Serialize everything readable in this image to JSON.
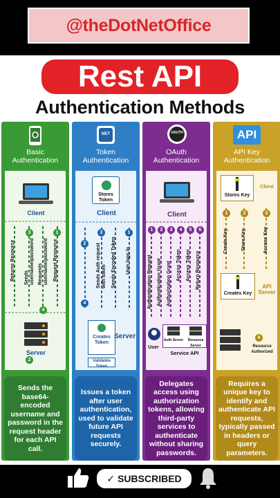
{
  "handle": "@theDotNetOffice",
  "title": "Rest API",
  "subtitle": "Authentication Methods",
  "columns": [
    {
      "label": "Basic\nAuthentication",
      "client": "Client",
      "server": "Server",
      "arrows": [
        "Returns Resource",
        "Sends username/password",
        "Requests username/password",
        "Request Resource"
      ],
      "numbers": [
        "1",
        "2",
        "3",
        "4"
      ],
      "description": "Sends the base64-encoded username and password in the request header for each API call."
    },
    {
      "label": "Token\nAuthentication",
      "icon_text": "NET",
      "stores_token": "Stores Token",
      "client": "Client",
      "server": "Server",
      "creates_token": "Creates Token",
      "validates_token": "Validates Token",
      "arrows": [
        "Sends Auth request with token",
        "Sends Encoded Token",
        "User logs in"
      ],
      "numbers": [
        "3",
        "2",
        "1",
        "4"
      ],
      "description": "Issues a token after user authentication, used to validate future API requests securely."
    },
    {
      "label": "OAuth\nAuthentication",
      "icon_text": "OAUTH",
      "client": "Client",
      "user": "User",
      "auth_server": "Auth Server",
      "resource_server": "Resource Server",
      "service_api": "Service API",
      "arrows": [
        "Authentication Request",
        "Authentication Grant",
        "Authorization Grant",
        "Access Token",
        "Access Token",
        "Return Resource"
      ],
      "numbers": [
        "1",
        "2",
        "3",
        "4",
        "5",
        "6"
      ],
      "description": "Delegates access using authorization tokens, allowing third-party services to authenticate without sharing passwords."
    },
    {
      "label": "API Key\nAuthentication",
      "icon_text": "API",
      "stores_key": "Stores Key",
      "client": "Client",
      "creates_key": "Creates Key",
      "api_server": "API\nServer",
      "resource_authorized": "Resource\nAuthorized",
      "arrows": [
        "Create Key",
        "Store Key",
        "Access Key"
      ],
      "numbers": [
        "1",
        "2",
        "3",
        "4"
      ],
      "description": "Requires a unique key to identify and authenticate API requests, typically passed in headers or query parameters."
    }
  ],
  "footer": {
    "subscribed": "SUBSCRIBED"
  },
  "colors": {
    "green": "#3a9a36",
    "blue": "#2f7fc6",
    "purple": "#7c2d8f",
    "gold": "#c9a227",
    "red": "#e32228"
  }
}
